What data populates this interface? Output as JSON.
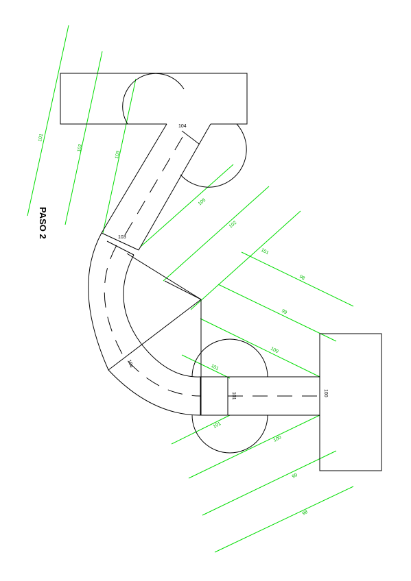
{
  "title": "PASO 2",
  "elevations": {
    "e104_top": "104",
    "e103_mid": "103",
    "e104_curve": "104",
    "e101_mid": "101",
    "e100_right": "100"
  },
  "contours": {
    "c101_a": "101",
    "c102_a": "102",
    "c103_a": "103",
    "c105_a": "105",
    "c102_b": "102",
    "c101_b": "101",
    "c98_a": "98",
    "c99_a": "99",
    "c100_a": "100",
    "c101_c": "101",
    "c101_d": "101",
    "c100_b": "100",
    "c99_b": "99",
    "c98_b": "98"
  },
  "colors": {
    "line": "#000000",
    "contour": "#00dd00"
  }
}
